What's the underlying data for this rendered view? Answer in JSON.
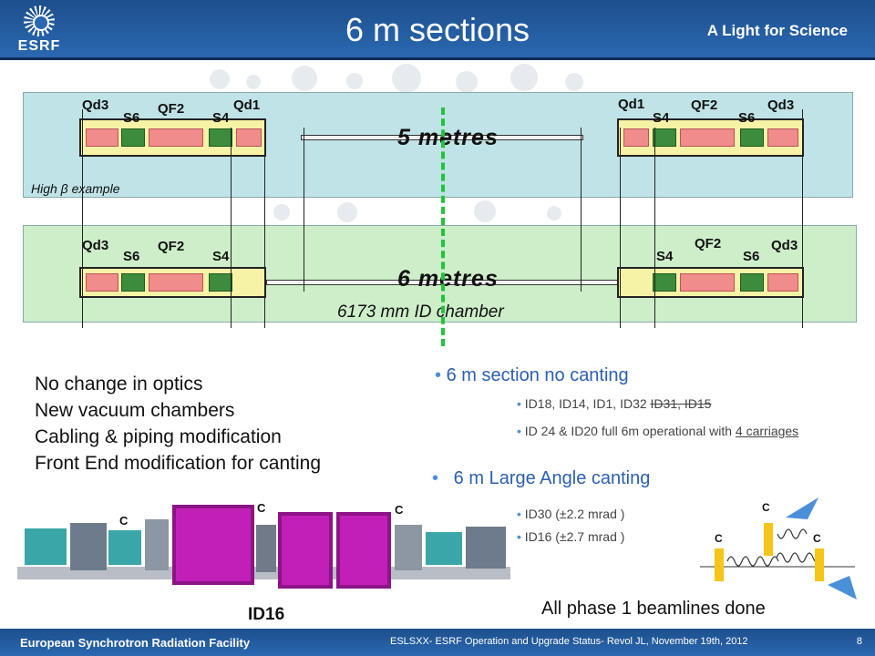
{
  "header": {
    "logo_text": "ESRF",
    "title": "6 m sections",
    "tagline": "A Light for Science"
  },
  "lattice_top": {
    "labels_left": [
      "Qd3",
      "S6",
      "QF2",
      "S4",
      "Qd1"
    ],
    "labels_right": [
      "Qd1",
      "S4",
      "QF2",
      "S6",
      "Qd3"
    ],
    "length_label": "5 metres",
    "note": "High β example"
  },
  "lattice_bottom": {
    "labels_left": [
      "Qd3",
      "S6",
      "QF2",
      "S4"
    ],
    "labels_right": [
      "S4",
      "QF2",
      "S6",
      "Qd3"
    ],
    "length_label": "6 metres",
    "chamber_label": "6173 mm ID chamber"
  },
  "left_list": [
    "No change in optics",
    "New vacuum chambers",
    "Cabling & piping modification",
    "Front End modification for canting"
  ],
  "bullet_no_canting": {
    "title": "6 m section no canting",
    "line1_plain": "ID18, ID14, ID1, ID32 ",
    "line1_struck": "ID31, ID15",
    "line2_plain": "ID 24 & ID20  full 6m operational with ",
    "line2_underlined": "4 carriages"
  },
  "bullet_canting": {
    "title": "6 m Large Angle canting",
    "items": [
      "ID30 (±2.2 mrad )",
      "ID16 (±2.7 mrad )"
    ]
  },
  "photo": {
    "caption": "ID16",
    "c_markers": [
      "C",
      "C",
      "C"
    ]
  },
  "canting_diagram": {
    "markers": [
      "C",
      "C",
      "C"
    ],
    "bar_color": "#f5c518",
    "beam_color": "#4a90d9"
  },
  "status": "All phase 1 beamlines done",
  "footer": {
    "left": "European Synchrotron Radiation Facility",
    "center": "ESLSXX- ESRF Operation and Upgrade Status- Revol JL, November 19th, 2012",
    "page": "8"
  }
}
